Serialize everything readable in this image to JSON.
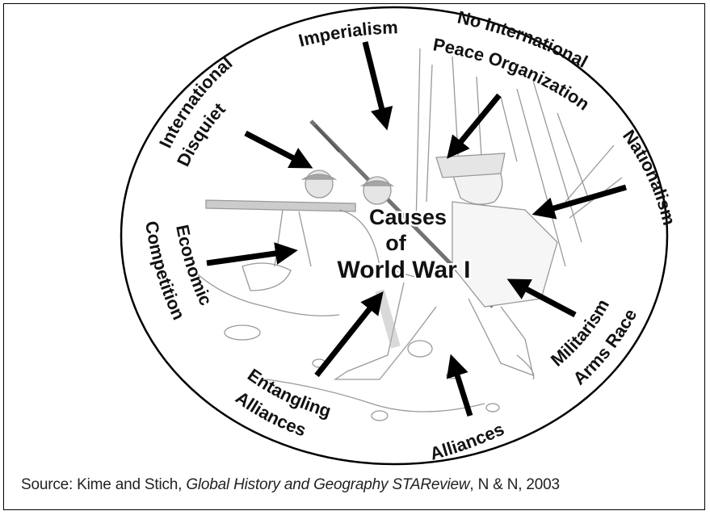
{
  "diagram": {
    "center": {
      "line1": "Causes",
      "line2": "of",
      "line3": "World War I"
    },
    "causes": {
      "imperialism": "Imperialism",
      "no_intl_line1": "No International",
      "no_intl_line2": "Peace Organization",
      "nationalism": "Nationalism",
      "militarism_line1": "Militarism",
      "militarism_line2": "Arms Race",
      "alliances": "Alliances",
      "entangling_line1": "Entangling",
      "entangling_line2": "Alliances",
      "economic_line1": "Economic",
      "economic_line2": "Competition",
      "disquiet_line1": "International",
      "disquiet_line2": "Disquiet"
    }
  },
  "source": {
    "prefix": "Source: Kime and Stich, ",
    "title": "Global History and Geography STAReview",
    "suffix": ", N & N, 2003"
  }
}
